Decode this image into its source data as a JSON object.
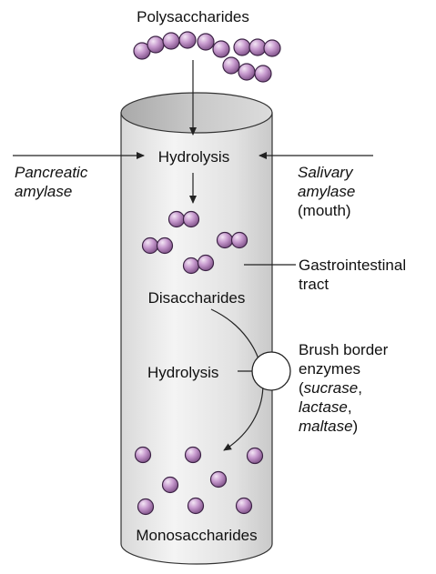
{
  "labels": {
    "polysaccharides": "Polysaccharides",
    "hydrolysis_top": "Hydrolysis",
    "pancreatic_1": "Pancreatic",
    "pancreatic_2": "amylase",
    "salivary_1": "Salivary",
    "salivary_2": "amylase",
    "salivary_3": "(mouth)",
    "gi_1": "Gastrointestinal",
    "gi_2": "tract",
    "disaccharides": "Disaccharides",
    "hydrolysis_mid": "Hydrolysis",
    "brush_1": "Brush border",
    "brush_2": "enzymes",
    "brush_3_pre": "(",
    "brush_3_it": "sucrase",
    "brush_3_post": ",",
    "brush_4_it": "lactase",
    "brush_4_post": ",",
    "brush_5_it": "maltase",
    "brush_5_post": ")",
    "monosaccharides": "Monosaccharides"
  },
  "colors": {
    "bead_fill": "#b98bc0",
    "bead_stroke": "#3c2345",
    "tube_light": "#ececec",
    "tube_dark": "#b8b8b8",
    "line": "#222222"
  }
}
